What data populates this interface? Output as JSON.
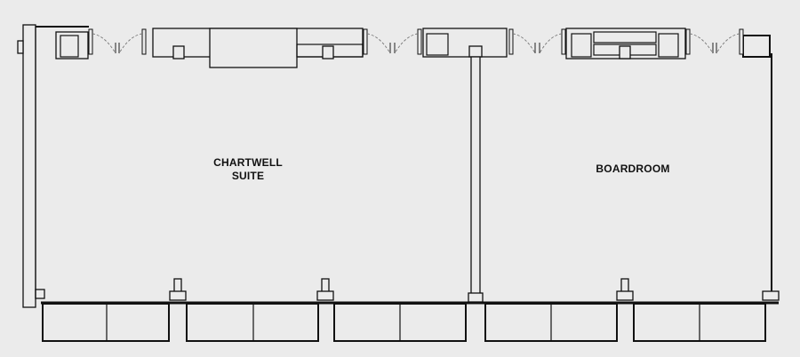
{
  "rooms": {
    "chartwell": {
      "line1": "CHARTWELL",
      "line2": "SUITE"
    },
    "boardroom": {
      "label": "BOARDROOM"
    }
  },
  "colors": {
    "background": "#ebebeb",
    "ink": "#111111"
  }
}
